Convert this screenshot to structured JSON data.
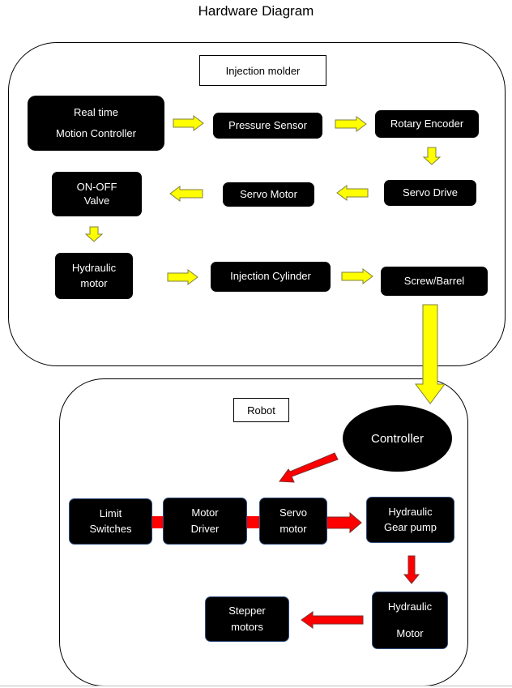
{
  "title": "Hardware Diagram",
  "groups": {
    "injection_molder": "Injection molder",
    "robot": "Robot"
  },
  "nodes": {
    "realtime_controller": {
      "line1": "Real time",
      "line2": "Motion Controller"
    },
    "pressure_sensor": {
      "line1": "Pressure Sensor"
    },
    "rotary_encoder": {
      "line1": "Rotary Encoder"
    },
    "onoff_valve": {
      "line1": "ON-OFF",
      "line2": "Valve"
    },
    "servo_motor": {
      "line1": "Servo Motor"
    },
    "servo_drive": {
      "line1": "Servo Drive"
    },
    "hydraulic_motor_im": {
      "line1": "Hydraulic",
      "line2": "motor"
    },
    "injection_cylinder": {
      "line1": "Injection Cylinder"
    },
    "screw_barrel": {
      "line1": "Screw/Barrel"
    },
    "controller": {
      "line1": "Controller"
    },
    "limit_switches": {
      "line1": "Limit",
      "line2": "Switches"
    },
    "motor_driver": {
      "line1": "Motor",
      "line2": "Driver"
    },
    "servo_motor_robot": {
      "line1": "Servo",
      "line2": "motor"
    },
    "hydraulic_gear_pump": {
      "line1": "Hydraulic",
      "line2": "Gear pump"
    },
    "hydraulic_motor_robot": {
      "line1": "Hydraulic",
      "line2": "Motor"
    },
    "stepper_motors": {
      "line1": "Stepper",
      "line2": "motors"
    }
  },
  "colors": {
    "yellow_arrow": "#ffff00",
    "red_arrow": "#ff0000",
    "node_fill": "#000000",
    "node_text": "#ffffff"
  }
}
